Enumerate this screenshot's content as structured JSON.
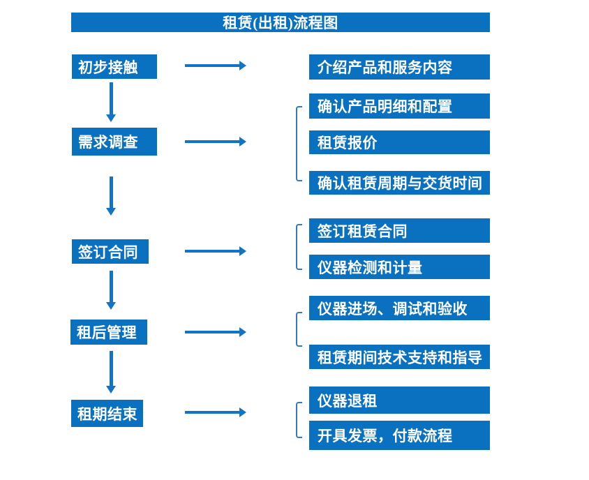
{
  "title": "租赁(出租)流程图",
  "colors": {
    "primary": "#0a70c0",
    "arrow": "#1274c6",
    "bracket": "#3279bd",
    "box_text": "#ffffff",
    "background": "#ffffff"
  },
  "steps": [
    {
      "label": "初步接触",
      "details": [
        "介绍产品和服务内容"
      ]
    },
    {
      "label": "需求调查",
      "details": [
        "确认产品明细和配置",
        "租赁报价",
        "确认租赁周期与交货时间"
      ]
    },
    {
      "label": "签订合同",
      "details": [
        "签订租赁合同",
        "仪器检测和计量"
      ]
    },
    {
      "label": "租后管理",
      "details": [
        "仪器进场、调试和验收",
        "租赁期间技术支持和指导"
      ]
    },
    {
      "label": "租期结束",
      "details": [
        "仪器退租",
        "开具发票，付款流程"
      ]
    }
  ]
}
